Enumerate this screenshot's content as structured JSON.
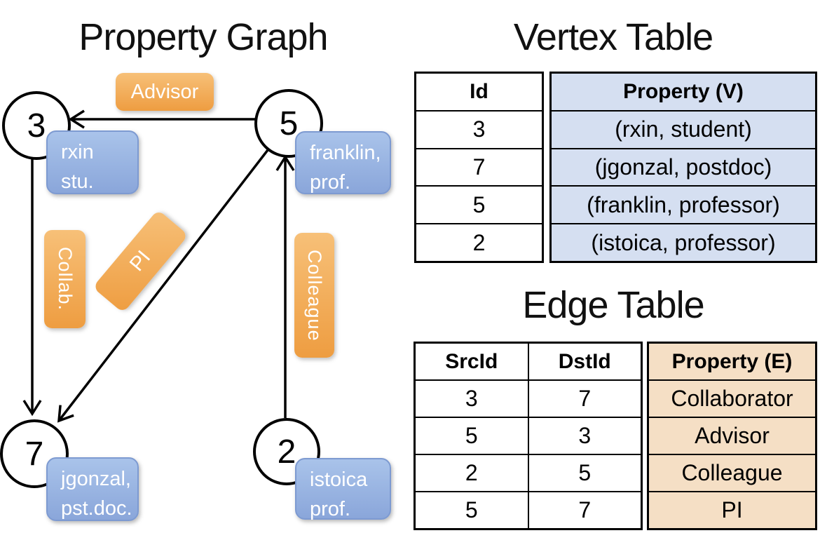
{
  "graph": {
    "title": "Property Graph",
    "nodes": [
      {
        "id": "3",
        "label_line1": "rxin",
        "label_line2": "stu."
      },
      {
        "id": "5",
        "label_line1": "franklin,",
        "label_line2": "prof."
      },
      {
        "id": "7",
        "label_line1": "jgonzal,",
        "label_line2": "pst.doc."
      },
      {
        "id": "2",
        "label_line1": "istoica",
        "label_line2": "prof."
      }
    ],
    "edges": [
      {
        "label": "Advisor",
        "src": "5",
        "dst": "3"
      },
      {
        "label": "Collab.",
        "src": "3",
        "dst": "7"
      },
      {
        "label": "PI",
        "src": "5",
        "dst": "7"
      },
      {
        "label": "Colleague",
        "src": "2",
        "dst": "5"
      }
    ]
  },
  "vertex_table": {
    "title": "Vertex Table",
    "columns": [
      "Id",
      "Property (V)"
    ],
    "rows": [
      [
        "3",
        "(rxin, student)"
      ],
      [
        "7",
        "(jgonzal, postdoc)"
      ],
      [
        "5",
        "(franklin, professor)"
      ],
      [
        "2",
        "(istoica, professor)"
      ]
    ]
  },
  "edge_table": {
    "title": "Edge Table",
    "columns": [
      "SrcId",
      "DstId",
      "Property (E)"
    ],
    "rows": [
      [
        "3",
        "7",
        "Collaborator"
      ],
      [
        "5",
        "3",
        "Advisor"
      ],
      [
        "2",
        "5",
        "Colleague"
      ],
      [
        "5",
        "7",
        "PI"
      ]
    ]
  },
  "colors": {
    "edge_label_orange": "#f2a952",
    "vertex_label_blue": "#98b4e0",
    "vertex_table_fill": "#d5dff1",
    "edge_table_fill": "#f5dfc5",
    "line_color": "#000000"
  }
}
